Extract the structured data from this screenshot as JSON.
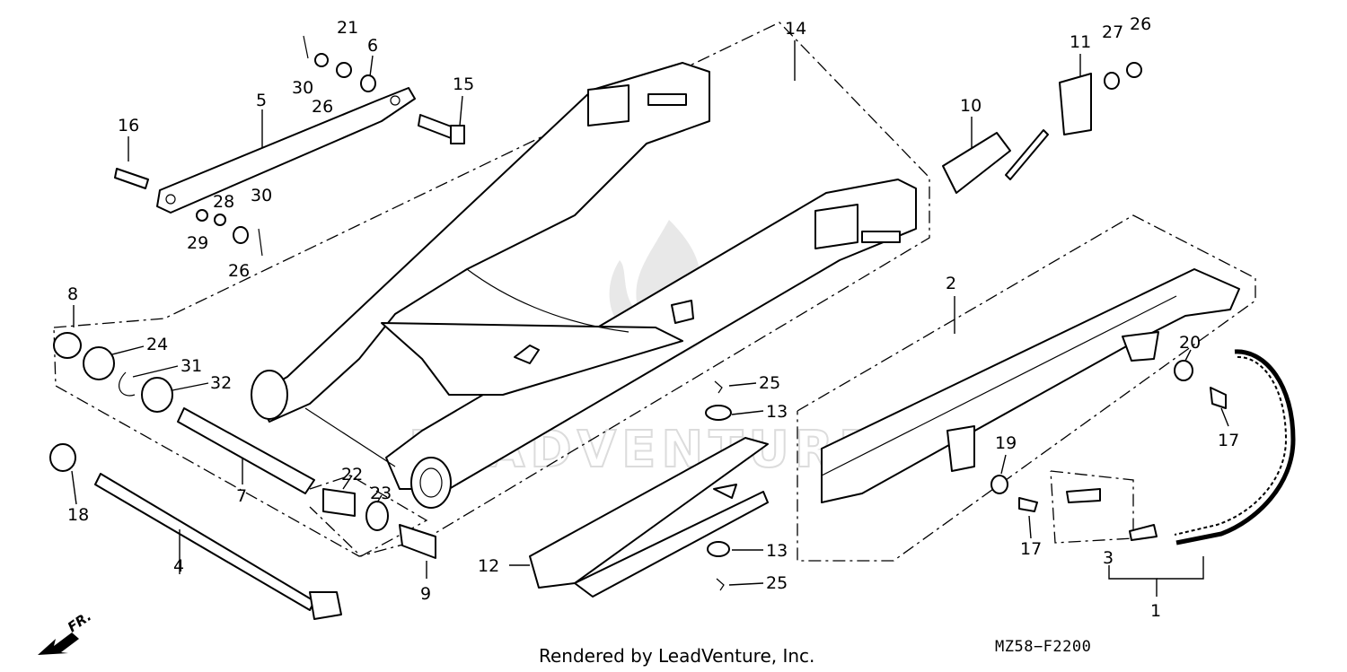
{
  "callouts": [
    "1",
    "2",
    "3",
    "4",
    "5",
    "6",
    "7",
    "8",
    "9",
    "10",
    "11",
    "12",
    "13",
    "13",
    "14",
    "15",
    "16",
    "17",
    "17",
    "18",
    "19",
    "20",
    "21",
    "22",
    "23",
    "24",
    "25",
    "25",
    "26",
    "26",
    "26",
    "27",
    "28",
    "29",
    "30",
    "30",
    "31",
    "32"
  ],
  "footer": {
    "rendered_by": "Rendered by LeadVenture, Inc.",
    "diagram_code": "MZ58−F2200",
    "direction": "FR."
  },
  "watermark": {
    "text": "LEADVENTURE"
  }
}
